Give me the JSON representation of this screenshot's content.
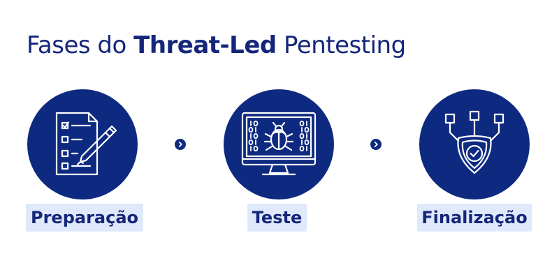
{
  "title": {
    "part1": "Fases do ",
    "part2": "Threat-Led",
    "part3": " Pentesting"
  },
  "phases": [
    {
      "label": "Preparação",
      "icon": "checklist-pen-icon"
    },
    {
      "label": "Teste",
      "icon": "monitor-bug-icon"
    },
    {
      "label": "Finalização",
      "icon": "shield-check-network-icon"
    }
  ],
  "colors": {
    "circle": "#0e2a80",
    "title_text": "#15267a",
    "label_bg": "#dfe9fb",
    "icon_stroke": "#ffffff"
  }
}
